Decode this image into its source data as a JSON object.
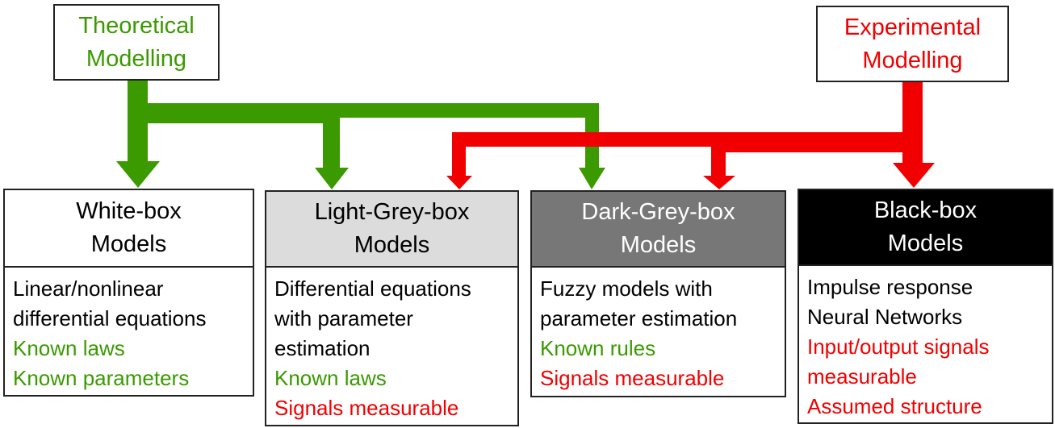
{
  "sources": {
    "theoretical": {
      "line1": "Theoretical",
      "line2": "Modelling"
    },
    "experimental": {
      "line1": "Experimental",
      "line2": "Modelling"
    }
  },
  "colors": {
    "theoretical": "#3a9a00",
    "experimental": "#f00000",
    "light_grey": "#dcdcdc",
    "dark_grey": "#777777",
    "black": "#000000"
  },
  "models": [
    {
      "title1": "White-box",
      "title2": "Models",
      "lines": [
        {
          "text": "Linear/nonlinear",
          "kind": "k"
        },
        {
          "text": "differential equations",
          "kind": "k"
        },
        {
          "text": "Known laws",
          "kind": "g"
        },
        {
          "text": "Known parameters",
          "kind": "g"
        }
      ]
    },
    {
      "title1": "Light-Grey-box",
      "title2": "Models",
      "lines": [
        {
          "text": "Differential equations",
          "kind": "k"
        },
        {
          "text": "with parameter",
          "kind": "k"
        },
        {
          "text": "estimation",
          "kind": "k"
        },
        {
          "text": "Known laws",
          "kind": "g"
        },
        {
          "text": "Signals measurable",
          "kind": "r"
        }
      ]
    },
    {
      "title1": "Dark-Grey-box",
      "title2": "Models",
      "lines": [
        {
          "text": "Fuzzy models with",
          "kind": "k"
        },
        {
          "text": "parameter estimation",
          "kind": "k"
        },
        {
          "text": "Known rules",
          "kind": "g"
        },
        {
          "text": "Signals measurable",
          "kind": "r"
        }
      ]
    },
    {
      "title1": "Black-box",
      "title2": "Models",
      "lines": [
        {
          "text": "Impulse response",
          "kind": "k"
        },
        {
          "text": "Neural Networks",
          "kind": "k"
        },
        {
          "text": "Input/output signals",
          "kind": "r"
        },
        {
          "text": "measurable",
          "kind": "r"
        },
        {
          "text": "Assumed structure",
          "kind": "r"
        }
      ]
    }
  ]
}
